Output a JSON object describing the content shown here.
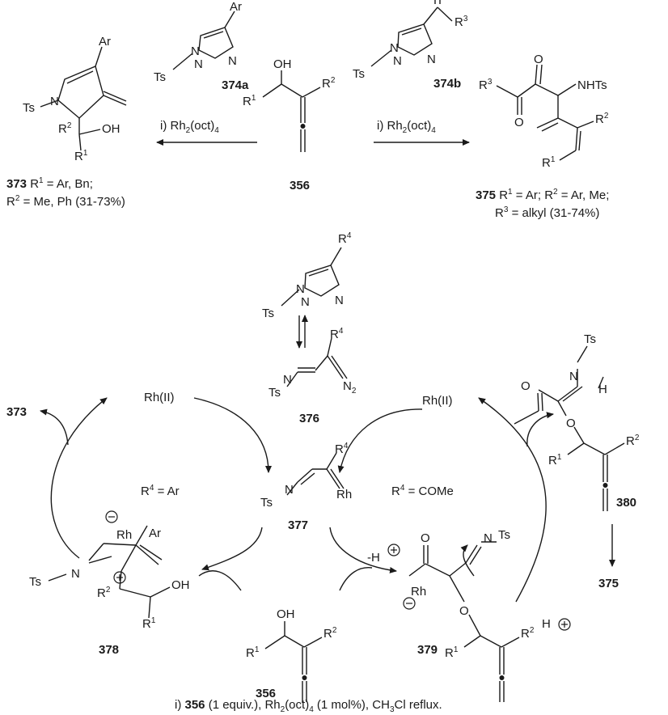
{
  "reactions": {
    "left": {
      "compound_num": "373",
      "desc_line1": "R1 = Ar, Bn;",
      "desc_line2": "R2 = Me, Ph (31-73%)",
      "reagent": "i) Rh2(oct)4",
      "triazole_num": "374a"
    },
    "right": {
      "compound_num": "375",
      "desc_line1": "R1 = Ar; R2 = Ar, Me;",
      "desc_line2": "R3 = alkyl (31-74%)",
      "reagent": "i) Rh2(oct)4",
      "triazole_num": "374b"
    },
    "substrate_num": "356"
  },
  "cycle": {
    "left_condition": "R4 = Ar",
    "right_condition": "R4 = COMe",
    "catalyst_left": "Rh(II)",
    "catalyst_right": "Rh(II)",
    "intermediates": {
      "n376": "376",
      "n377": "377",
      "n378": "378",
      "n379": "379",
      "n380": "380",
      "n356": "356",
      "out373": "373",
      "out375": "375"
    },
    "proton_loss": "-H",
    "proton_gain": "H"
  },
  "footnote": "i) 356 (1 equiv.), Rh2(oct)4 (1 mol%), CH3Cl reflux."
}
